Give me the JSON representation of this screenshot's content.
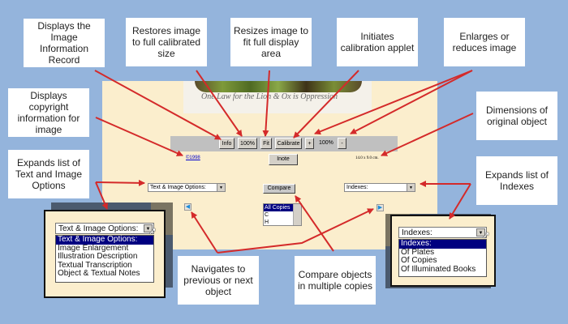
{
  "callouts": {
    "image_info": "Displays the Image Information Record",
    "restore": "Restores image to full calibrated size",
    "resize": "Resizes image to fit full display area",
    "calibrate": "Initiates calibration applet",
    "zoom": "Enlarges or reduces image",
    "copyright": "Displays copyright information for image",
    "dimensions": "Dimensions of original object",
    "text_options": "Expands list of Text and Image Options",
    "indexes": "Expands list of Indexes",
    "navigate": "Navigates to previous or next object",
    "compare": "Compare objects in multiple copies"
  },
  "image": {
    "caption": "One Law for the Lion & Ox is Oppression"
  },
  "toolbar": {
    "info_label": "Info",
    "restore_label": "100%",
    "fit_label": "Fit",
    "calibrate_label": "Calibrate",
    "zoom_in_label": "+",
    "zoom_level": "100%",
    "zoom_out_label": "-"
  },
  "copyright_link": "©1998",
  "inote_label": "Inote",
  "dimensions": "14.0 x 9.0 cm.",
  "text_options_select": {
    "selected": "Text & Image Options:",
    "options": [
      "Text & Image Options:",
      "Image Enlargement",
      "Illustration Description",
      "Textual Transcription",
      "Object & Textual Notes"
    ]
  },
  "compare_label": "Compare",
  "copies_list": {
    "options": [
      "All Copies",
      "C",
      "H"
    ],
    "selected": "All Copies"
  },
  "indexes_select": {
    "selected": "Indexes:",
    "options": [
      "Indexes:",
      "Of Plates",
      "Of Copies",
      "Of Illuminated Books"
    ]
  },
  "icons": {
    "prev": "left-arrow-icon",
    "next": "right-arrow-icon",
    "dropdown": "chevron-down-icon",
    "cursor": "mouse-pointer-icon"
  },
  "colors": {
    "background": "#94b4dc",
    "panel": "#fbeecd",
    "arrow": "#d42a2a",
    "selection": "#000080"
  }
}
